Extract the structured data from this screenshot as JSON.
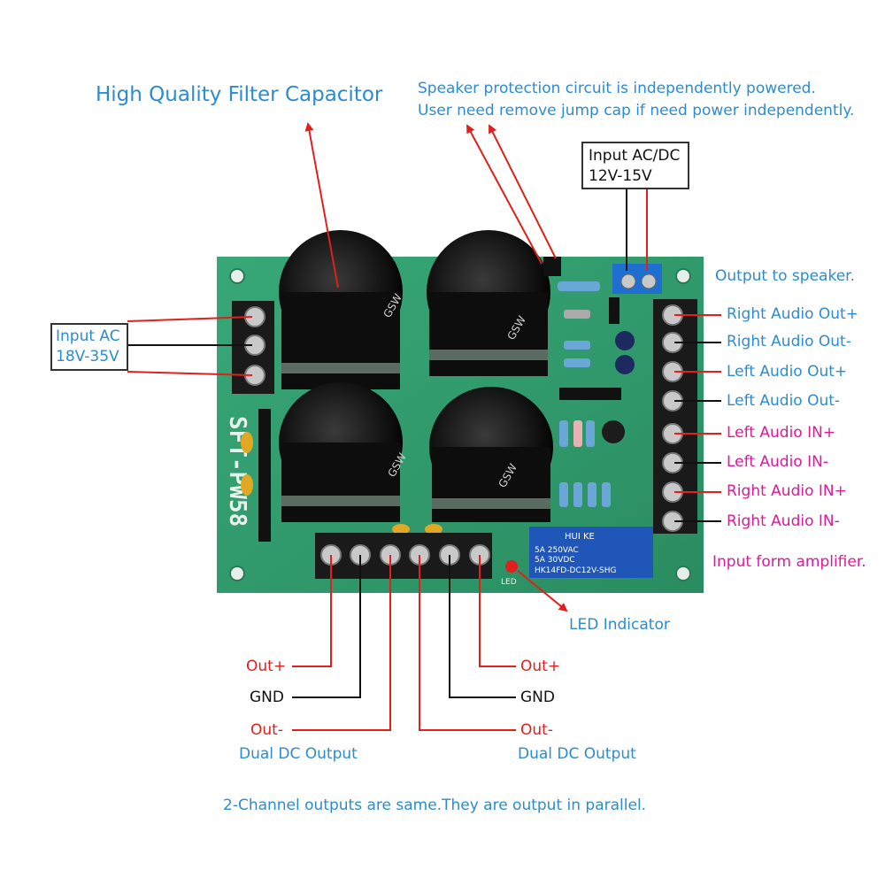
{
  "title": "High Quality Filter Capacitor",
  "speaker_note": {
    "line1": "Speaker protection circuit is independently powered.",
    "line2": "User need remove jump cap if need power independently."
  },
  "input_acdc": {
    "line1": "Input AC/DC",
    "line2": "12V-15V"
  },
  "input_ac": {
    "line1": "Input AC",
    "line2": "18V-35V"
  },
  "output_to_speaker": "Output to speaker.",
  "right_labels": [
    "Right Audio Out+",
    "Right Audio Out-",
    "Left Audio Out+",
    "Left Audio Out-",
    "Left Audio IN+",
    "Left Audio IN-",
    "Right Audio IN+",
    "Right Audio IN-"
  ],
  "input_from_amplifier": "Input form amplifier.",
  "led_indicator": "LED Indicator",
  "left_output": {
    "out_plus": "Out+",
    "gnd": "GND",
    "out_minus": "Out-",
    "caption": "Dual DC Output"
  },
  "right_output": {
    "out_plus": "Out+",
    "gnd": "GND",
    "out_minus": "Out-",
    "caption": "Dual DC Output"
  },
  "footer": "2-Channel outputs are same.They are output in parallel.",
  "board": {
    "model": "SFT-PW58",
    "cap_brand": "GSW",
    "relay_brand": "HUI KE",
    "relay_rating1": "5A 250VAC",
    "relay_rating2": "5A 30VDC",
    "relay_model": "HK14FD-DC12V-SHG",
    "led_silk": "LED"
  },
  "colors": {
    "board": "#2f9e6e",
    "board_dark": "#1f7a52",
    "callout_blue": "#2d8ccf",
    "callout_magenta": "#e0189a",
    "wire_red": "#e0201c",
    "wire_black": "#111111",
    "relay_blue": "#1f56b8",
    "terminal": "#1a1a1a"
  }
}
